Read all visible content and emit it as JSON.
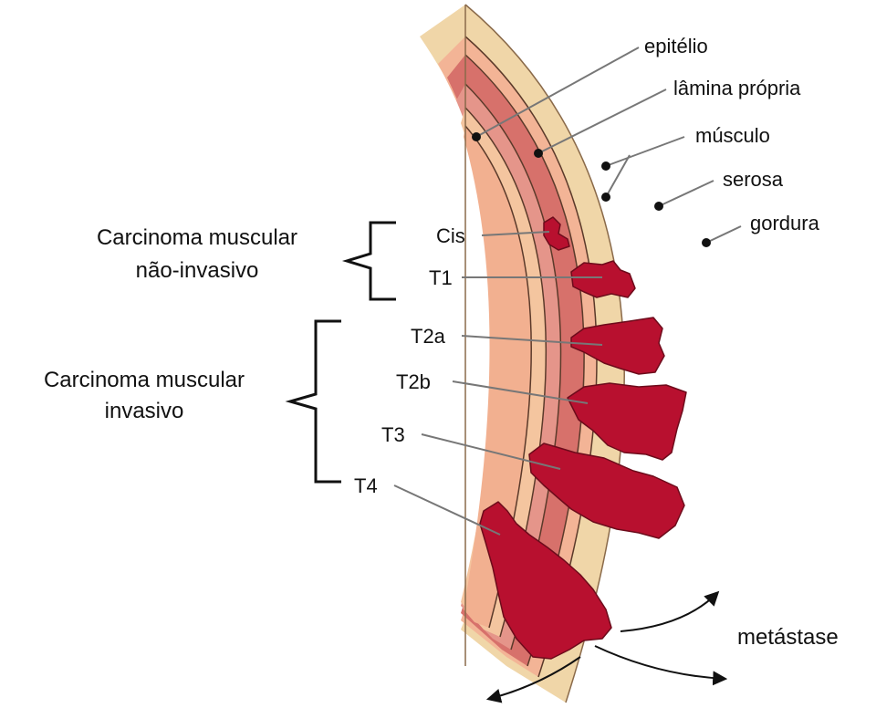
{
  "layers": [
    "epitélio",
    "lâmina própria",
    "músculo",
    "serosa",
    "gordura"
  ],
  "groups": {
    "non_invasive": [
      "Carcinoma muscular",
      "não-invasivo"
    ],
    "invasive": [
      "Carcinoma muscular",
      "invasivo"
    ]
  },
  "stages": [
    "Cis",
    "T1",
    "T2a",
    "T2b",
    "T3",
    "T4"
  ],
  "metastasis_label": "metástase",
  "colors": {
    "fat": "#f0d6a8",
    "serosa": "#f3b496",
    "muscle_dark": "#d7716b",
    "muscle_mid": "#e5958a",
    "lamina": "#f4c59f",
    "epithelium": "#f2b090",
    "tumor": "#b8102f",
    "outline": "#5b3a2a"
  }
}
